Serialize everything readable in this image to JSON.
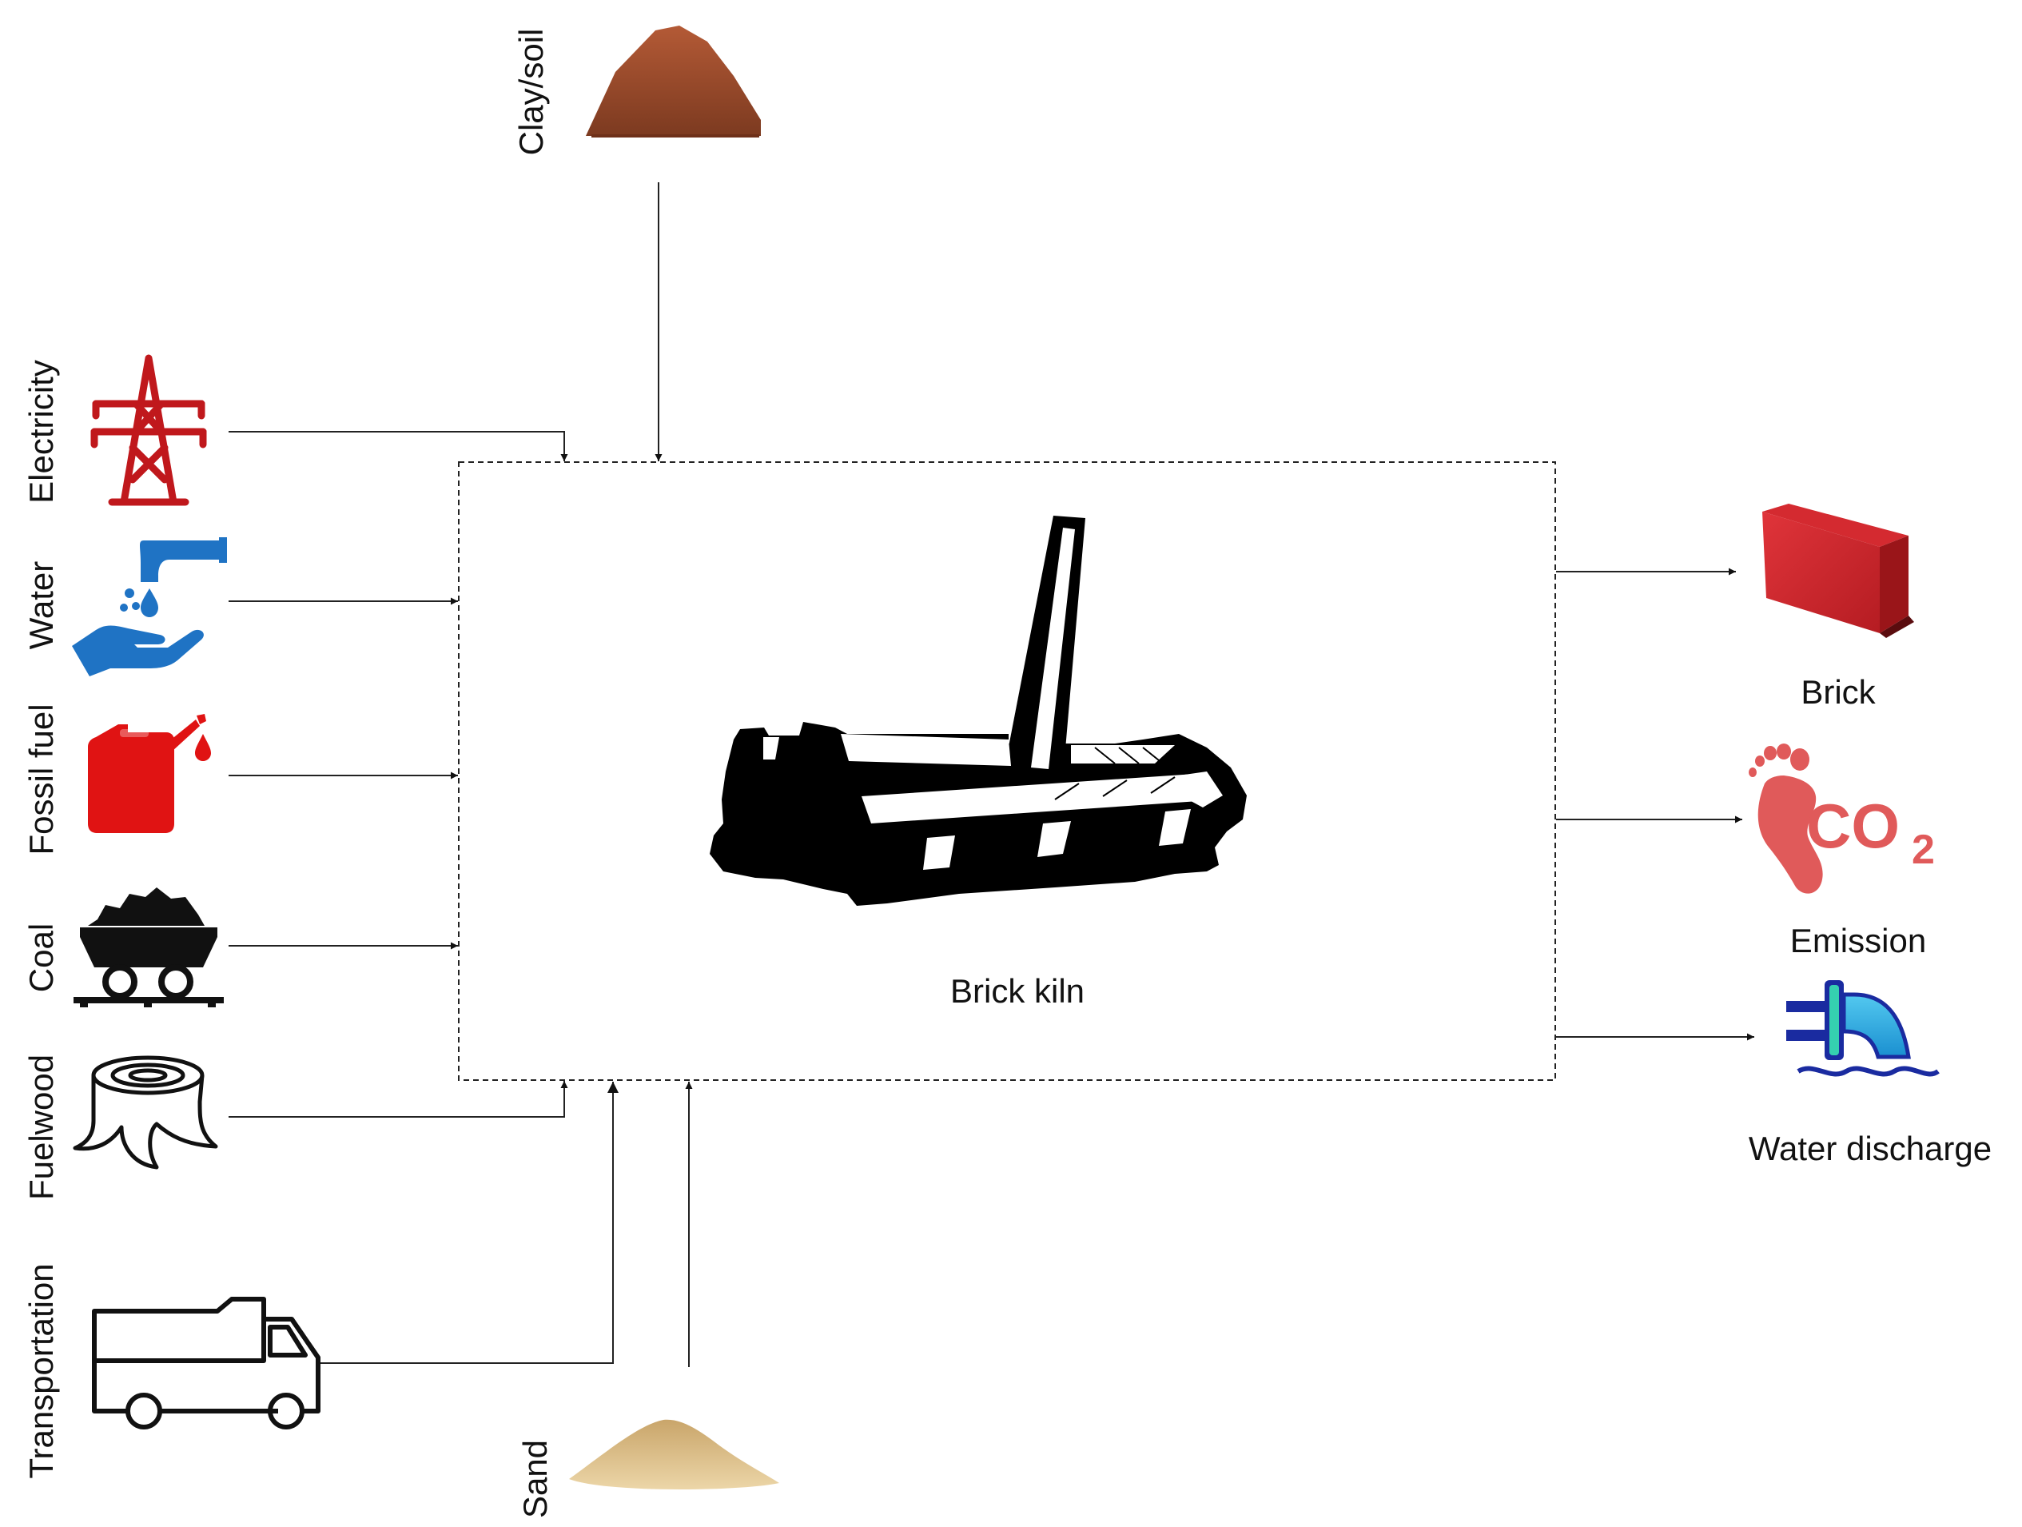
{
  "diagram": {
    "center": {
      "label": "Brick kiln"
    },
    "inputs": [
      {
        "label": "Clay/soil",
        "icon": "soil-pile-icon",
        "color": "#9c4a2a"
      },
      {
        "label": "Electricity",
        "icon": "power-tower-icon",
        "color": "#c0181c"
      },
      {
        "label": "Water",
        "icon": "water-tap-hand-icon",
        "color": "#1f73c4"
      },
      {
        "label": "Fossil fuel",
        "icon": "fuel-can-icon",
        "color": "#e01313"
      },
      {
        "label": "Coal",
        "icon": "coal-cart-icon",
        "color": "#111111"
      },
      {
        "label": "Fuelwood",
        "icon": "tree-stump-icon",
        "color": "#111111"
      },
      {
        "label": "Transportation",
        "icon": "dump-truck-icon",
        "color": "#111111"
      },
      {
        "label": "Sand",
        "icon": "sand-pile-icon",
        "color": "#d8ba86"
      }
    ],
    "outputs": [
      {
        "label": "Brick",
        "icon": "brick-icon",
        "color": "#c42026"
      },
      {
        "label": "Emission",
        "icon": "co2-footprint-icon",
        "co2_text": "CO",
        "co2_sub": "2",
        "color": "#e05a5a"
      },
      {
        "label": "Water discharge",
        "icon": "water-discharge-icon",
        "color": "#1a2ba0"
      }
    ]
  }
}
